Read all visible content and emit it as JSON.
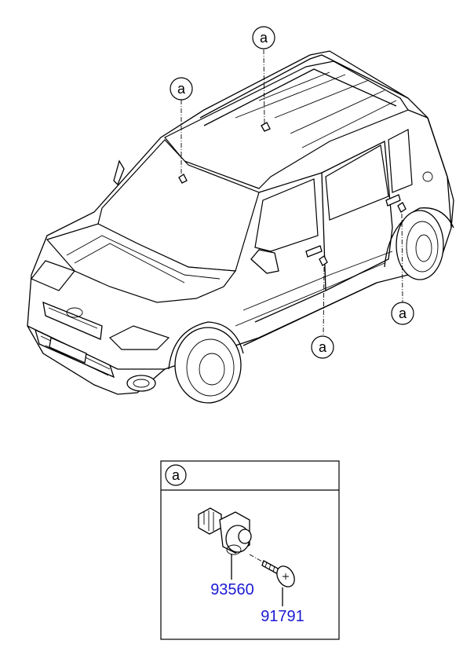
{
  "callouts": {
    "roof": "a",
    "windshield": "a",
    "front_door": "a",
    "rear_door": "a"
  },
  "detail": {
    "header_label": "a",
    "parts": [
      {
        "number": "93560",
        "color": "#1a1ad4"
      },
      {
        "number": "91791",
        "color": "#1a1ad4"
      }
    ]
  }
}
